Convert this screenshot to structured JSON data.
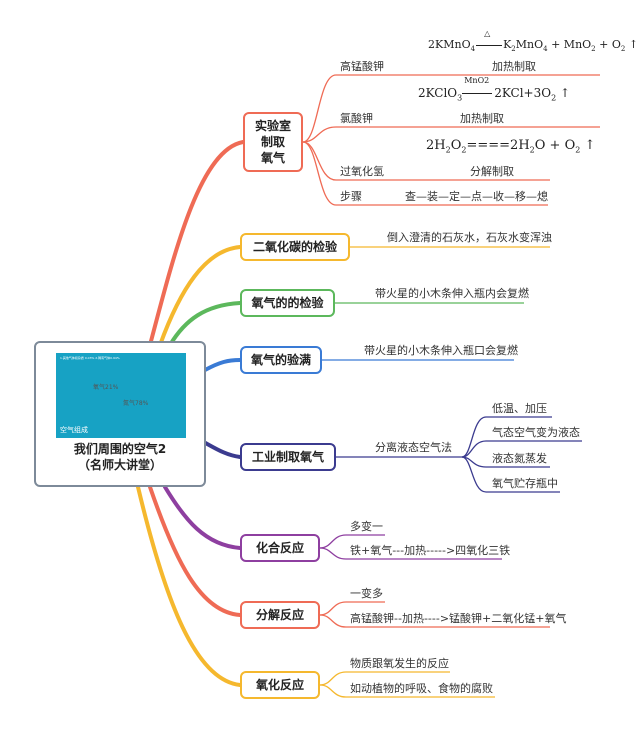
{
  "root": {
    "title_line1": "我们周围的空气2",
    "title_line2": "（名师大讲堂）",
    "thumbnail": {
      "slices": [
        {
          "label": "氮气78%",
          "value": 78,
          "color": "#d9a6e6"
        },
        {
          "label": "氧气21%",
          "value": 21,
          "color": "#f0e08c"
        },
        {
          "label": "",
          "value": 1,
          "color": "#4a8ecf"
        }
      ],
      "caption": "空气组成",
      "legend_text": "1.其他气体和杂质 0.03%  2.稀有气体0.94%"
    }
  },
  "branches": {
    "lab": {
      "label_l1": "实验室",
      "label_l2": "制取",
      "label_l3": "氧气",
      "color": "#ef6b55",
      "items": [
        {
          "name": "高锰酸钾",
          "method": "加热制取"
        },
        {
          "name": "氯酸钾",
          "method": "加热制取"
        },
        {
          "name": "过氧化氢",
          "method": "分解制取"
        },
        {
          "name": "步骤",
          "method": "查—装—定—点—收—移—熄"
        }
      ],
      "formula_kmno4": {
        "reactant": "2KMnO",
        "sub4": "4",
        "condition": "△",
        "p1": "K",
        "p1_sub2": "2",
        "p1b": "MnO",
        "p1_sub4": "4",
        "rest": " + MnO",
        "rest_sub2": "2",
        "tail": " + O",
        "tail_sub2": "2",
        "arrow": " ↑"
      },
      "formula_kclo3": {
        "reactant": "2KClO",
        "sub3": "3",
        "catalyst": "MnO2",
        "product": "2KCl+3O",
        "sub2": "2",
        "arrow": " ↑"
      },
      "formula_h2o2": {
        "r1": "2H",
        "r_sub2a": "2",
        "r2": "O",
        "r_sub2b": "2",
        "eq": "====",
        "p1": "2H",
        "p_sub2": "2",
        "p2": "O  +  O",
        "p_sub2b": "2",
        "arrow": " ↑"
      }
    },
    "co2": {
      "label": "二氧化碳的检验",
      "color": "#f5b82e",
      "text": "倒入澄清的石灰水，石灰水变浑浊"
    },
    "o2test": {
      "label": "氧气的的检验",
      "color": "#5cb85c",
      "text": "带火星的小木条伸入瓶内会复燃"
    },
    "o2full": {
      "label": "氧气的验满",
      "color": "#3a7bd5",
      "text": "带火星的小木条伸入瓶口会复燃"
    },
    "industry": {
      "label": "工业制取氧气",
      "color": "#3b3b8f",
      "method": "分离液态空气法",
      "steps": [
        "低温、加压",
        "气态空气变为液态",
        "液态氮蒸发",
        "氧气贮存瓶中"
      ]
    },
    "combine": {
      "label": "化合反应",
      "color": "#8e3fa0",
      "items": [
        "多变一",
        "铁+氧气---加热----->四氧化三铁"
      ]
    },
    "decompose": {
      "label": "分解反应",
      "color": "#ef6b55",
      "items": [
        "一变多",
        "高锰酸钾--加热---->锰酸钾+二氧化锰+氧气"
      ]
    },
    "oxidize": {
      "label": "氧化反应",
      "color": "#f5b82e",
      "items": [
        "物质跟氧发生的反应",
        "如动植物的呼吸、食物的腐败"
      ]
    }
  }
}
